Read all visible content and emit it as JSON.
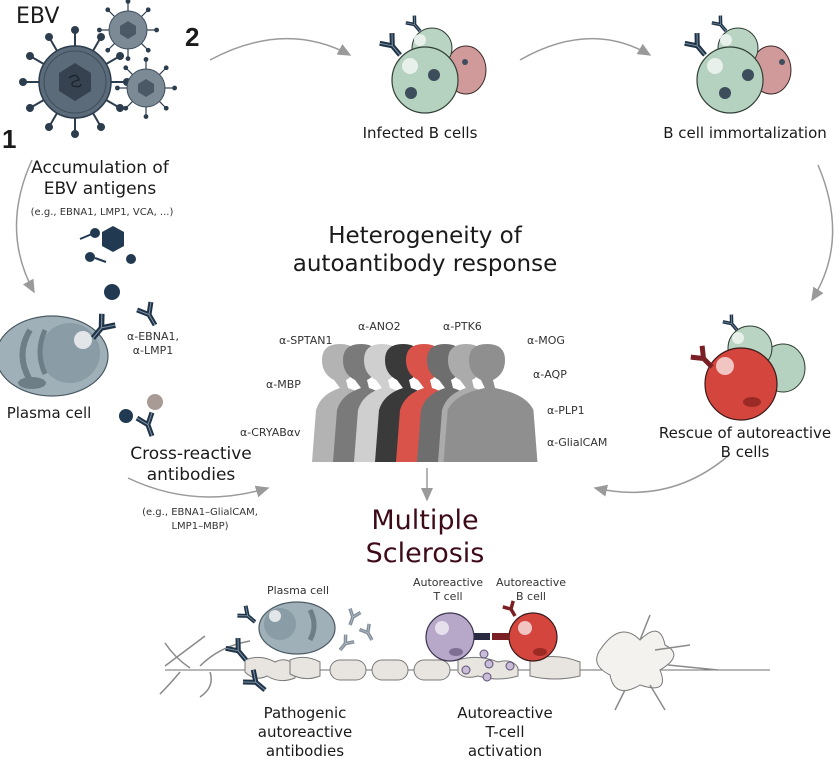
{
  "figure": {
    "virus_label": "EBV",
    "step_numbers": [
      "1",
      "2"
    ],
    "stages": {
      "accumulation": {
        "title_line1": "Accumulation of",
        "title_line2": "EBV antigens",
        "examples": "(e.g., EBNA1, LMP1, VCA, ...)"
      },
      "infected": "Infected B cells",
      "immortalization": "B cell immortalization",
      "rescue_line1": "Rescue of autoreactive",
      "rescue_line2": "B cells",
      "plasma_cell": "Plasma cell",
      "plasma_antibodies_line1": "α-EBNA1,",
      "plasma_antibodies_line2": "α-LMP1",
      "cross_reactive_line1": "Cross-reactive",
      "cross_reactive_line2": "antibodies",
      "cross_examples_line1": "(e.g., EBNA1–GlialCAM,",
      "cross_examples_line2": "LMP1–MBP)"
    },
    "center": {
      "title_line1": "Heterogeneity of",
      "title_line2": "autoantibody response",
      "autoantibodies_left": [
        "α-SPTAN1",
        "α-MBP",
        "α-CRYABαv"
      ],
      "autoantibodies_top": [
        "α-ANO2",
        "α-PTK6"
      ],
      "autoantibodies_right": [
        "α-MOG",
        "α-AQP",
        "α-PLP1",
        "α-GlialCAM"
      ],
      "silhouette_colors": [
        "#b3b3b3",
        "#7a7a7a",
        "#cfcfcf",
        "#3a3a3a",
        "#d9534a",
        "#6e6e6e",
        "#ababab",
        "#8f8f8f"
      ]
    },
    "outcome": {
      "line1": "Multiple",
      "line2": "Sclerosis"
    },
    "bottom": {
      "plasma_cell": "Plasma cell",
      "t_cell_line1": "Autoreactive",
      "t_cell_line2": "T cell",
      "b_cell_line1": "Autoreactive",
      "b_cell_line2": "B cell",
      "pathogenic_line1": "Pathogenic",
      "pathogenic_line2": "autoreactive",
      "pathogenic_line3": "antibodies",
      "activation_line1": "Autoreactive",
      "activation_line2": "T-cell",
      "activation_line3": "activation"
    },
    "colors": {
      "virus": "#4f5d6b",
      "antibody": "#1f3348",
      "b_cell_green": "#b5d1bf",
      "b_cell_pink": "#d69b9b",
      "autoreactive_red": "#d4453d",
      "t_cell_purple": "#b7a8c9",
      "plasma_grey": "#8fa3ad",
      "arrow": "#9a9a9a",
      "ms_text": "#3d0a18"
    }
  }
}
